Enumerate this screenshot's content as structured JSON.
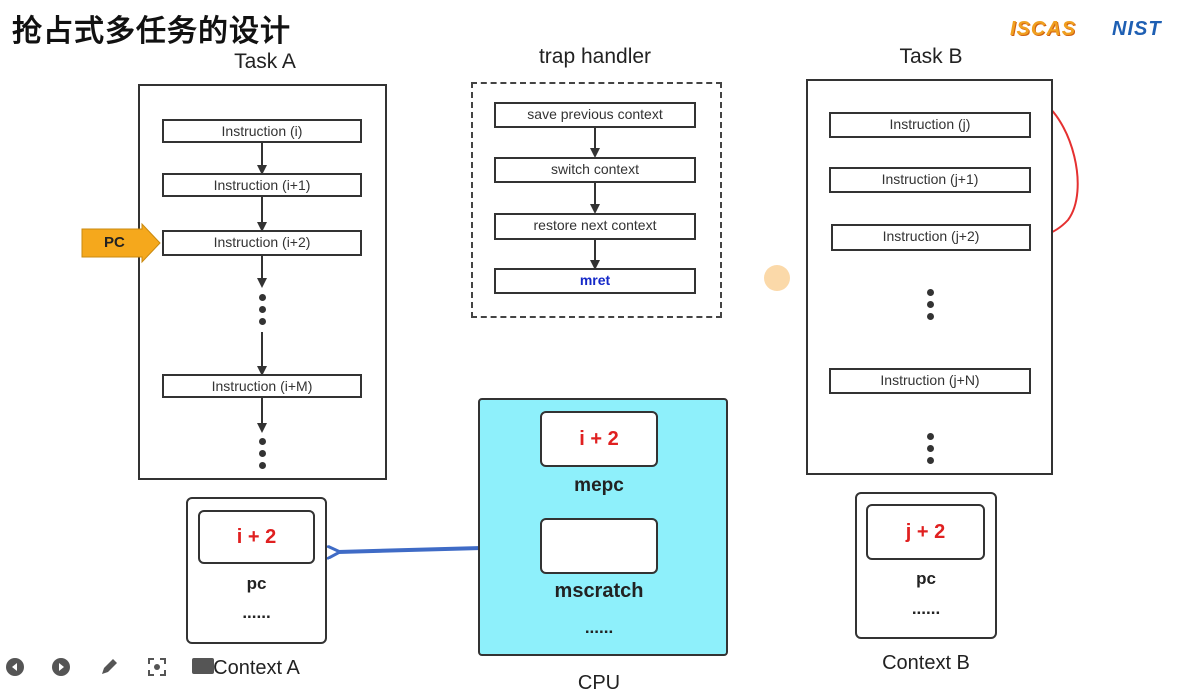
{
  "title": "抢占式多任务的设计",
  "logos": {
    "iscas": "ISCAS",
    "nist": "NIST"
  },
  "task_a": {
    "title": "Task A",
    "instructions": [
      "Instruction (i)",
      "Instruction (i+1)",
      "Instruction (i+2)",
      "Instruction (i+M)"
    ]
  },
  "trap_handler": {
    "title": "trap handler",
    "steps": [
      "save previous context",
      "switch context",
      "restore next context",
      "mret"
    ]
  },
  "task_b": {
    "title": "Task B",
    "instructions": [
      "Instruction (j)",
      "Instruction (j+1)",
      "Instruction (j+2)",
      "Instruction (j+N)"
    ]
  },
  "pc_marker": "PC",
  "context_a": {
    "value": "i + 2",
    "pc_label": "pc",
    "ellipsis": "......",
    "label": "Context A"
  },
  "cpu": {
    "mepc_value": "i + 2",
    "mepc_label": "mepc",
    "mscratch_label": "mscratch",
    "ellipsis": "......",
    "label": "CPU"
  },
  "context_b": {
    "value": "j + 2",
    "pc_label": "pc",
    "ellipsis": "......",
    "label": "Context B"
  },
  "toolbar": [
    "prev-icon",
    "next-icon",
    "pen-icon",
    "focus-icon",
    "screen-icon",
    "board-icon",
    "more-icon"
  ],
  "colors": {
    "cpu_fill": "#8ef0fb",
    "value_red": "#e02020",
    "mret_blue": "#1428c8",
    "arrow_blue": "#3f6bc6",
    "pc_arrow": "#f5a81c",
    "annotation_red": "#e53030"
  }
}
